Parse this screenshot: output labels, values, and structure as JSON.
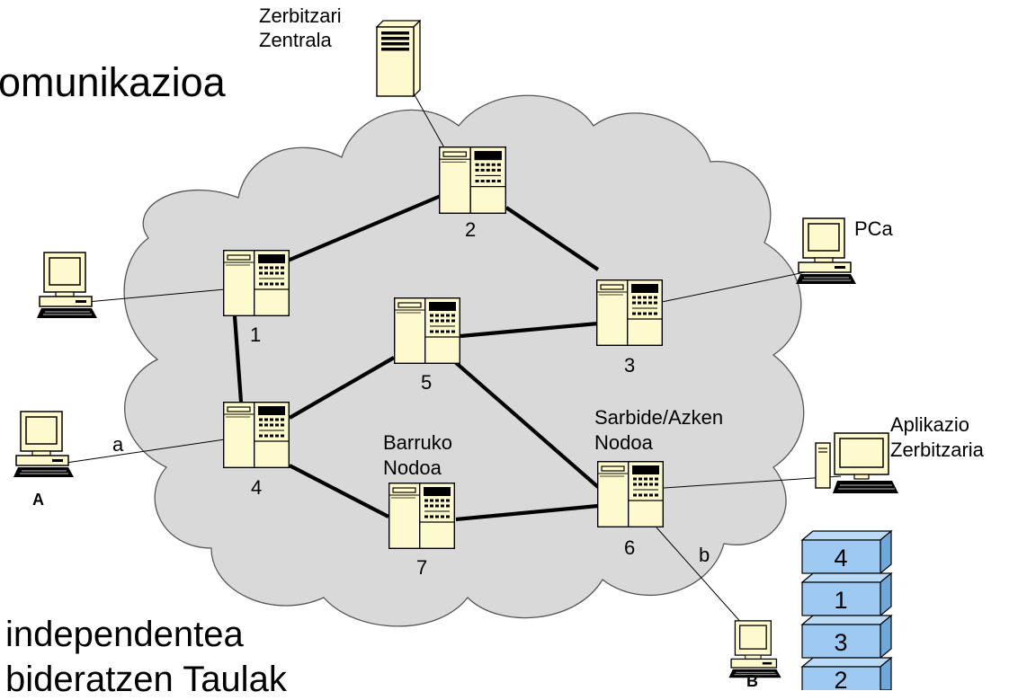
{
  "title_partial": "omunikazioa",
  "text_independentea": "independentea",
  "text_taulak": "bideratzen Taulak",
  "server": {
    "line1": "Zerbitzari",
    "line2": "Zentrala"
  },
  "nodes": {
    "n1": "1",
    "n2": "2",
    "n3": "3",
    "n4": "4",
    "n5": "5",
    "n6": "6",
    "n7": "7"
  },
  "pca_label": "PCa",
  "app_server": {
    "line1": "Aplikazio",
    "line2": "Zerbitzaria"
  },
  "barruko": {
    "line1": "Barruko",
    "line2": "Nodoa"
  },
  "sarbide": {
    "line1": "Sarbide/Azken",
    "line2": "Nodoa"
  },
  "link_a": "a",
  "link_b": "b",
  "host_a": "A",
  "host_b": "B",
  "stack": [
    "4",
    "1",
    "3",
    "2"
  ],
  "colors": {
    "cloud": "#d9d9d9",
    "device": "#fffacd",
    "stack": "#9ec9f2"
  }
}
